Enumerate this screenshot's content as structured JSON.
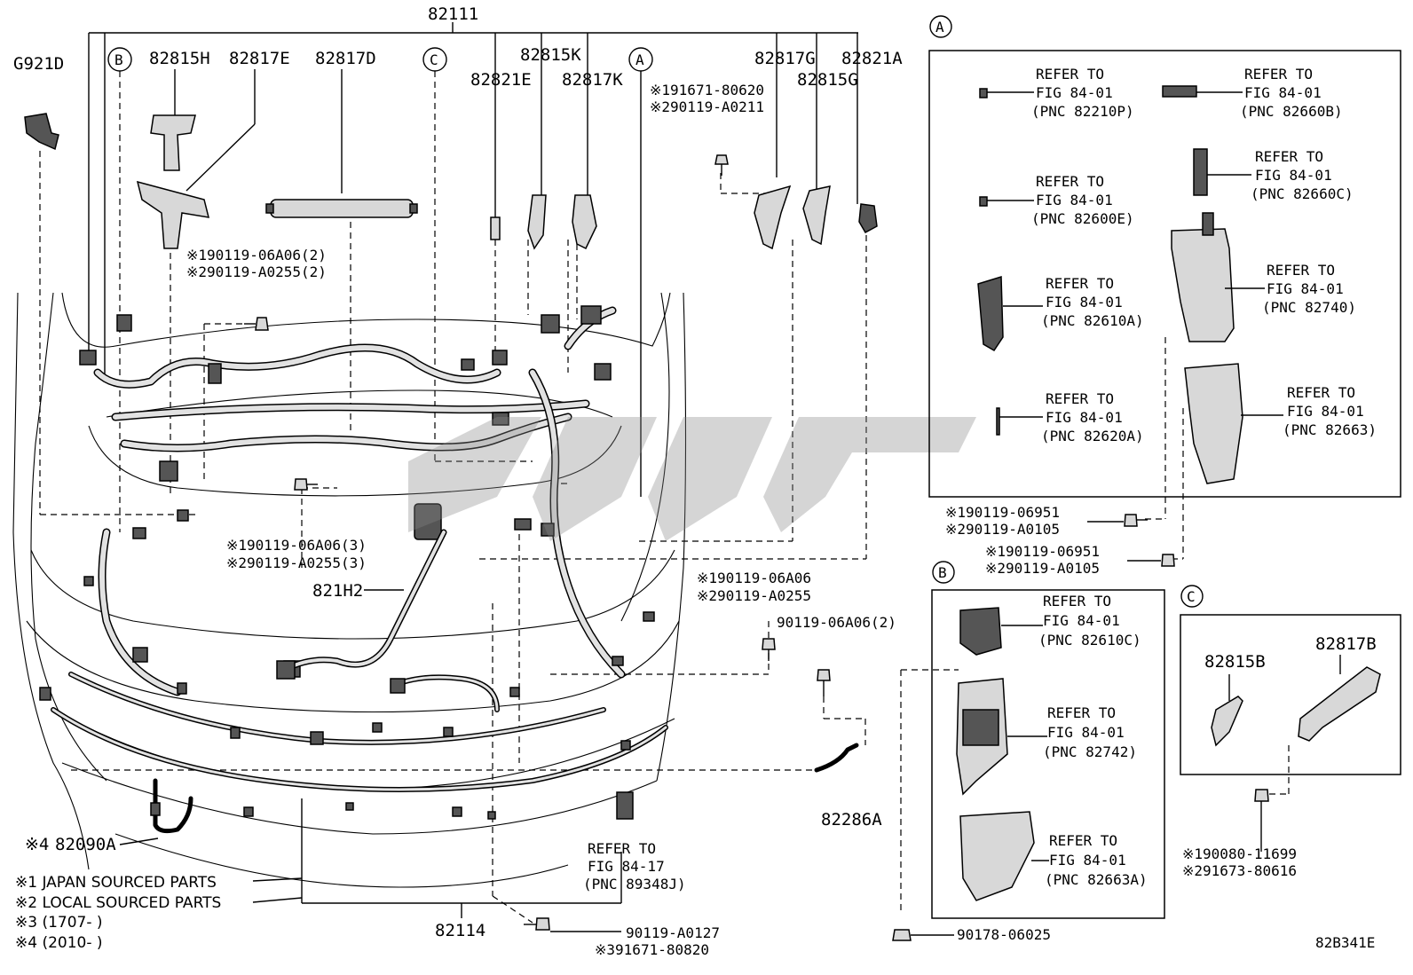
{
  "labels": {
    "main_harness": "82111",
    "g921d": "G921D",
    "p82815h": "82815H",
    "p82817e": "82817E",
    "p82817d": "82817D",
    "p82815k": "82815K",
    "p82821e": "82821E",
    "p82817k": "82817K",
    "p82817g": "82817G",
    "p82821a": "82821A",
    "p82815g": "82815G",
    "p821h2": "821H2",
    "p82286a": "82286A",
    "p82114": "82114",
    "p82090a_prefix": "※4",
    "p82090a": "82090A",
    "p82815b": "82815B",
    "p82817b": "82817B",
    "diagram_code": "82B341E"
  },
  "callouts": {
    "a": "A",
    "b": "B",
    "c": "C"
  },
  "fasteners": {
    "top_right_1": "※191671-80620",
    "top_right_2": "※290119-A0211",
    "left_1": "※190119-06A06(2)",
    "left_2": "※290119-A0255(2)",
    "center_1": "※190119-06A06(3)",
    "center_2": "※290119-A0255(3)",
    "mid_right_1": "※190119-06A06",
    "mid_right_2": "※290119-A0255",
    "mid_right_3": "90119-06A06(2)",
    "bottom_1": "90119-A0127",
    "bottom_2": "※391671-80820",
    "a_bolt1_1": "※190119-06951",
    "a_bolt1_2": "※290119-A0105",
    "a_bolt2_1": "※190119-06951",
    "a_bolt2_2": "※290119-A0105",
    "b_clip": "90178-06025",
    "c_bolt_1": "※190080-11699",
    "c_bolt_2": "※291673-80616"
  },
  "refer_to": {
    "refer": "REFER TO",
    "fig_84_01": "FIG 84-01",
    "fig_84_17": "FIG 84-17",
    "pnc_82210p": "(PNC 82210P)",
    "pnc_82660b": "(PNC 82660B)",
    "pnc_82660c": "(PNC 82660C)",
    "pnc_82600e": "(PNC 82600E)",
    "pnc_82740": "(PNC 82740)",
    "pnc_82610a": "(PNC 82610A)",
    "pnc_82663": "(PNC 82663)",
    "pnc_82620a": "(PNC 82620A)",
    "pnc_82610c": "(PNC 82610C)",
    "pnc_82742": "(PNC 82742)",
    "pnc_82663a": "(PNC 82663A)",
    "pnc_89348j": "(PNC 89348J)"
  },
  "notes": {
    "n1": "※1 JAPAN SOURCED PARTS",
    "n2": "※2 LOCAL SOURCED PARTS",
    "n3": "※3 (1707-      )",
    "n4": "※4 (2010-      )"
  }
}
